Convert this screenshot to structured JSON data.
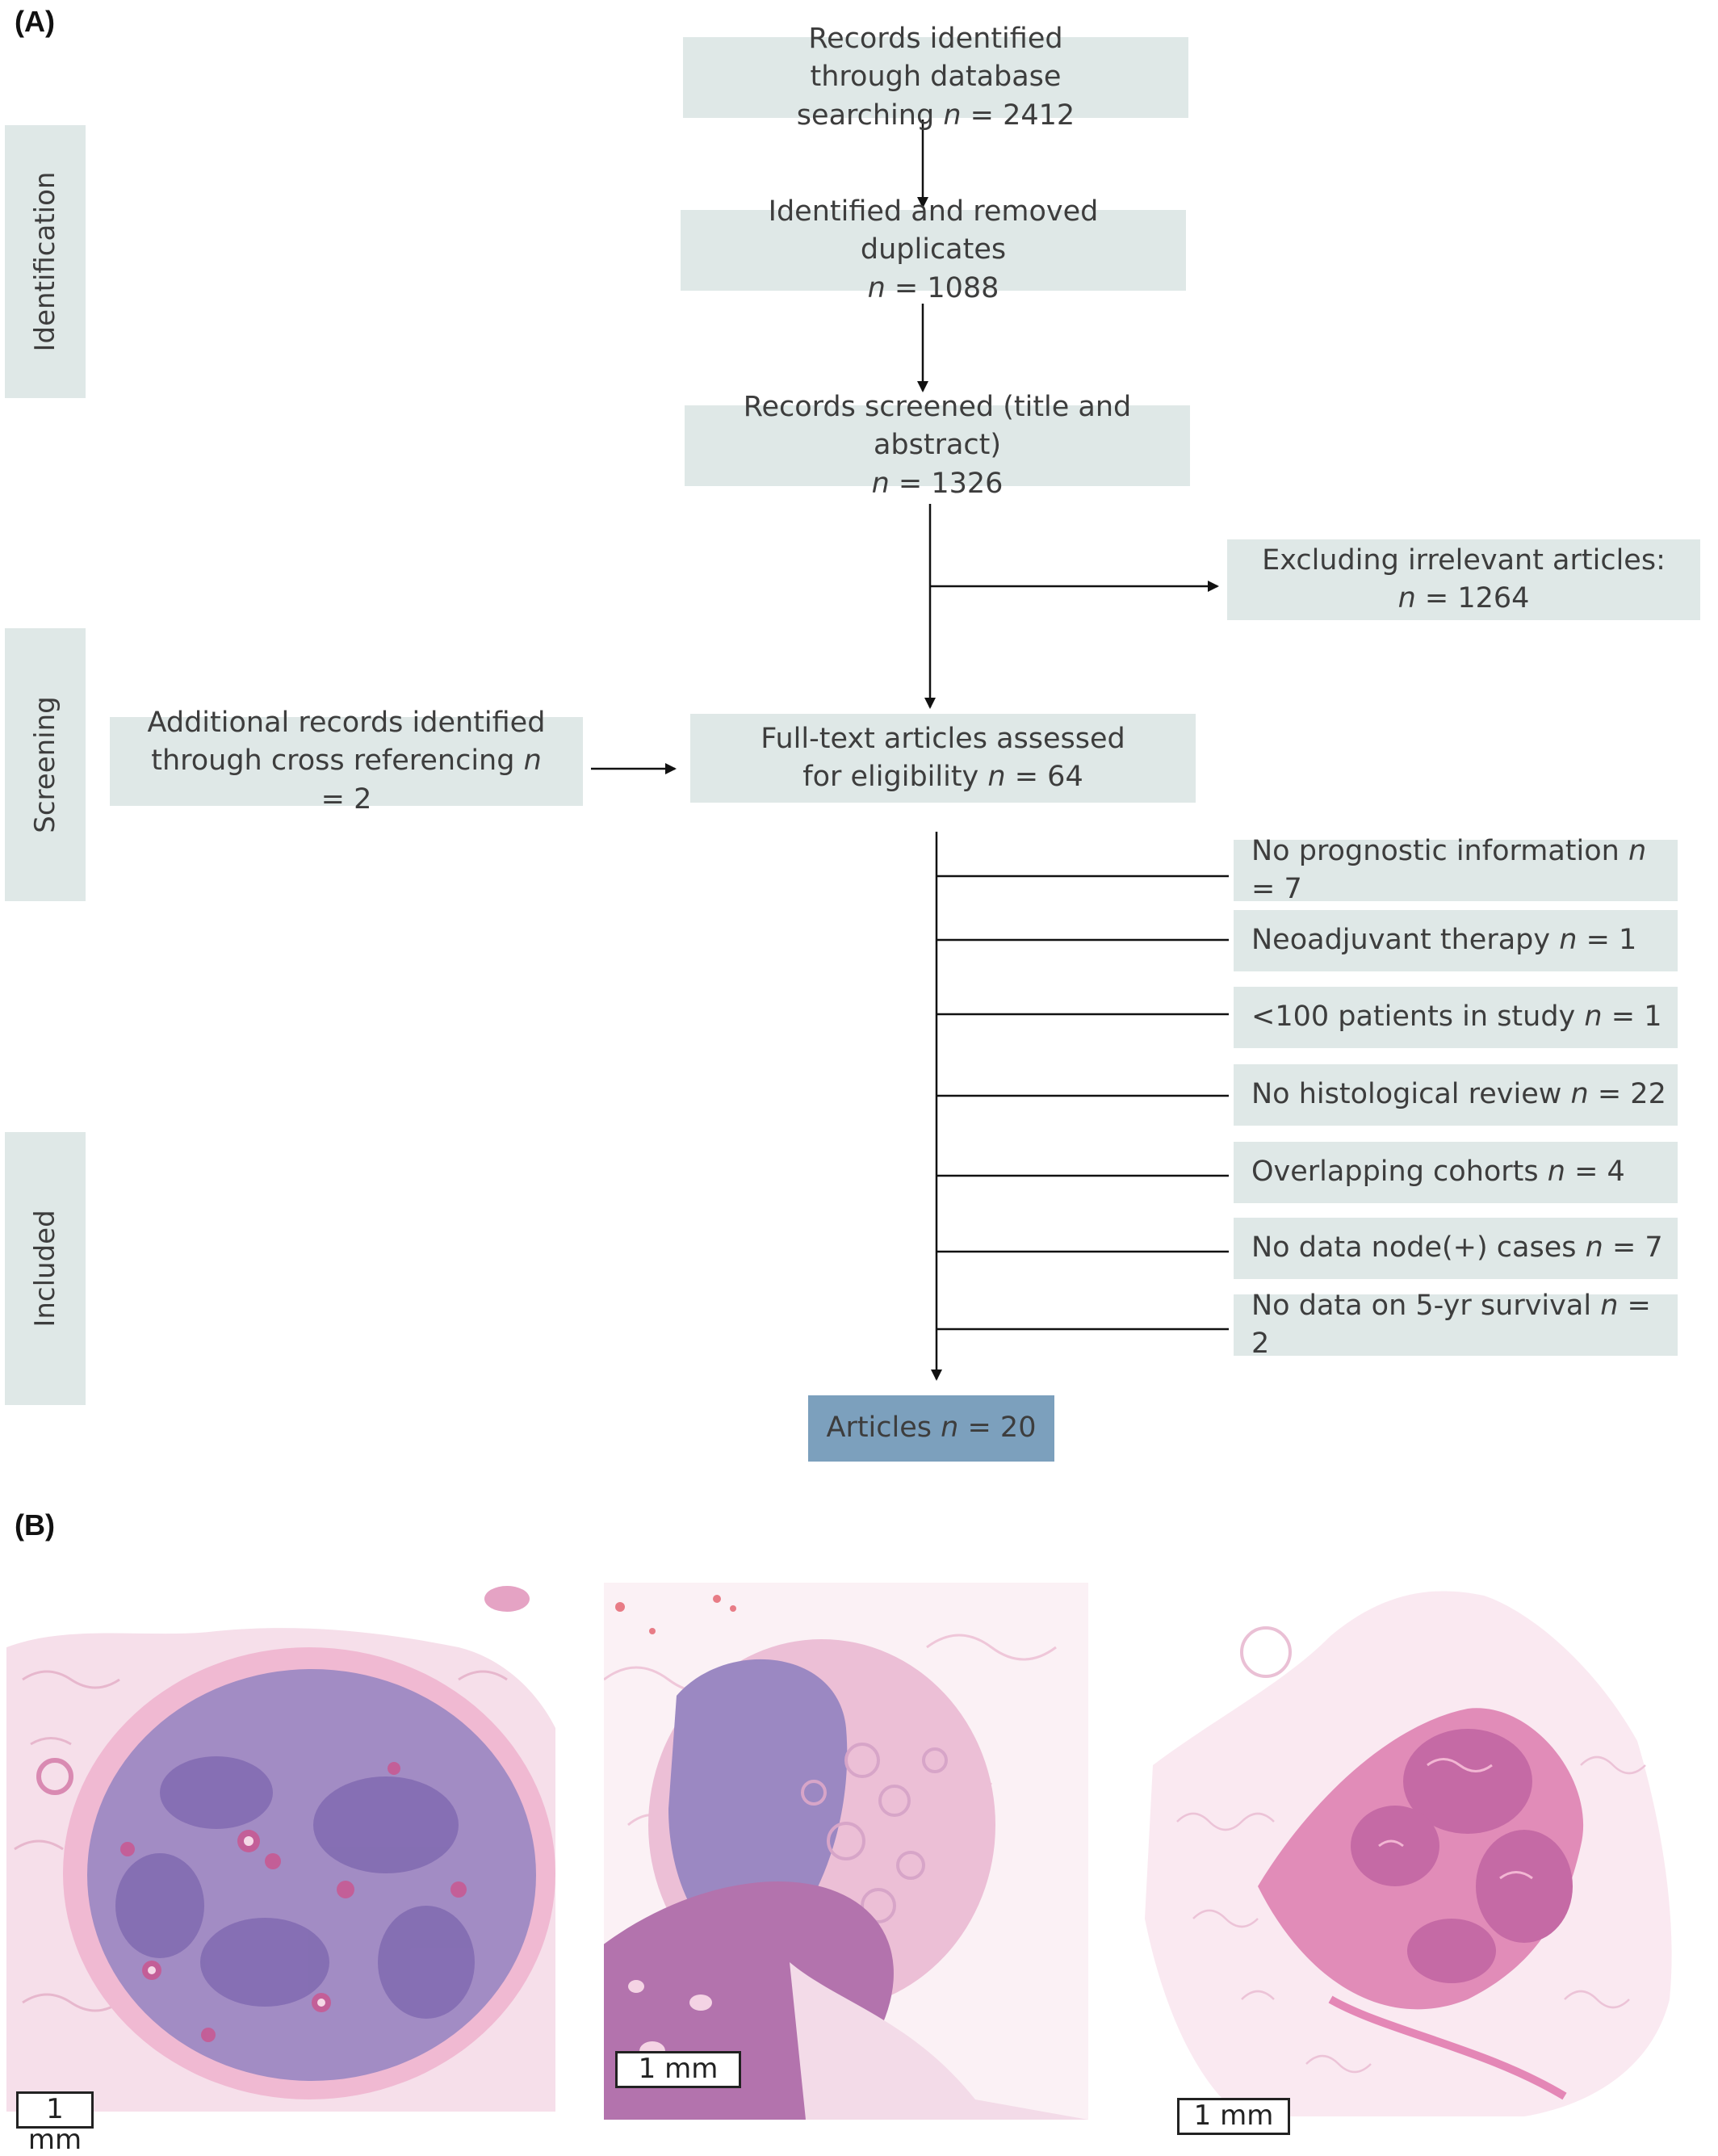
{
  "panels": {
    "a": "(A)",
    "b": "(B)"
  },
  "stages": [
    "Identification",
    "Screening",
    "Included"
  ],
  "boxes": {
    "records_identified": {
      "text": "Records identified through database searching",
      "n": "n",
      "value": "= 2412"
    },
    "duplicates": {
      "text": "Identified and removed duplicates",
      "n": "n",
      "value": "= 1088"
    },
    "screened": {
      "text": "Records screened (title and abstract)",
      "n": "n",
      "value": "= 1326"
    },
    "excluded": {
      "text": "Excluding irrelevant articles:",
      "n": "n",
      "value": "= 1264"
    },
    "additional": {
      "text": "Additional records identified through cross referencing",
      "n": "n",
      "value": "= 2"
    },
    "fulltext": {
      "text": "Full-text articles assessed for eligibility",
      "n": "n",
      "value": "= 64"
    },
    "articles": {
      "text": "Articles",
      "n": "n",
      "value": "= 20"
    }
  },
  "exclusions": [
    {
      "text": "No prognostic information",
      "n": "n",
      "value": " = 7"
    },
    {
      "text": "Neoadjuvant therapy",
      "n": "n",
      "value": "= 1"
    },
    {
      "text": "<100 patients in study",
      "n": "n",
      "value": "= 1"
    },
    {
      "text": "No histological review",
      "n": "n",
      "value": "= 22"
    },
    {
      "text": "Overlapping cohorts",
      "n": "n",
      "value": "= 4"
    },
    {
      "text": "No data node(+) cases",
      "n": "n",
      "value": "= 7"
    },
    {
      "text": "No data on 5-yr survival",
      "n": "n",
      "value": "= 2"
    }
  ],
  "scale_bars": [
    "1 mm",
    "1 mm",
    "1 mm"
  ],
  "colors": {
    "box": "#dfe8e7",
    "final_box": "#7ca0bd",
    "he_pink": "#e9a6c8",
    "he_purple": "#8a6db3"
  }
}
